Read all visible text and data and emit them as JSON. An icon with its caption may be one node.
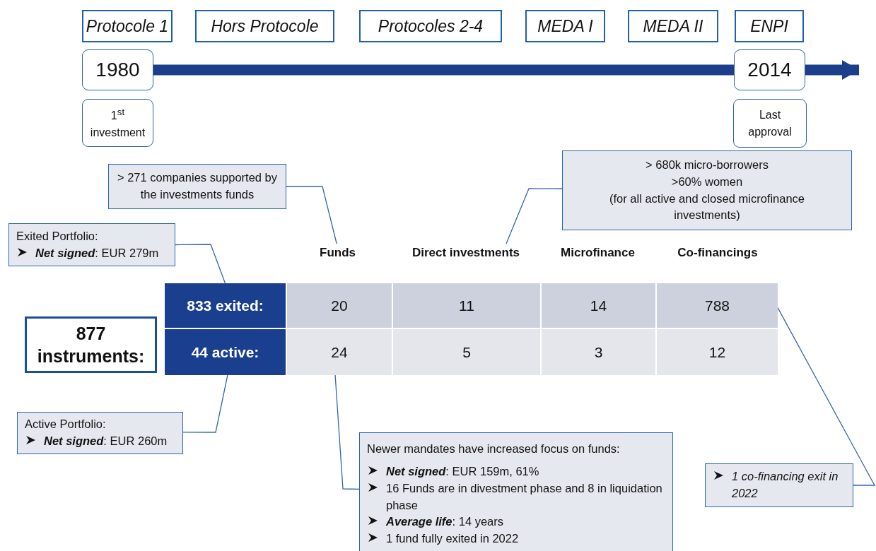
{
  "diagram": {
    "nodes": [
      {
        "text": [
          "Protocole 1"
        ]
      },
      {
        "text": [
          "Hors Protocole"
        ]
      },
      {
        "text": [
          "Protocoles 2-4"
        ]
      },
      {
        "text": [
          "MEDA I"
        ]
      },
      {
        "text": [
          "MEDA II"
        ]
      },
      {
        "text": [
          "ENPI"
        ]
      },
      {
        "text": [
          "1980"
        ]
      },
      {
        "text": [
          "2014"
        ]
      },
      {
        "text": [
          "1$^{st}$ investment"
        ]
      },
      {
        "text": [
          "Last approval"
        ]
      },
      {
        "text": [
          "> 271 companies supported by the investments funds"
        ]
      },
      {
        "text": [
          "> 680k micro-borrowers",
          ">60% women",
          "(for all active and closed microfinance investments)"
        ]
      },
      {
        "text": [
          "Exited Portfolio:",
          "**Net signed**: EUR 279m"
        ]
      },
      {
        "text": [
          "877 instruments:"
        ]
      },
      {
        "text": [
          "833 exited:"
        ]
      },
      {
        "text": [
          "44 active:"
        ]
      },
      {
        "text": [
          "Funds"
        ]
      },
      {
        "text": [
          "Direct investments"
        ]
      },
      {
        "text": [
          "Microfinance"
        ]
      },
      {
        "text": [
          "Co-financings"
        ]
      },
      {
        "text": [
          "20"
        ]
      },
      {
        "text": [
          "11"
        ]
      },
      {
        "text": [
          "14"
        ]
      },
      {
        "text": [
          "788"
        ]
      },
      {
        "text": [
          "24"
        ]
      },
      {
        "text": [
          "5"
        ]
      },
      {
        "text": [
          "3"
        ]
      },
      {
        "text": [
          "12"
        ]
      },
      {
        "text": [
          "Active Portfolio:",
          "**Net signed**: EUR 260m"
        ]
      },
      {
        "text": [
          "Newer mandates have increased focus on funds:",
          "**Net signed**: EUR 159m, 61%",
          "16 Funds are in divestment phase and 8 in liquidation phase",
          "**Average life**: 14 years",
          "1 fund fully exited in 2022"
        ]
      },
      {
        "text": [
          "1 co-financing exit in 2022"
        ]
      }
    ],
    "edges": [
      {
        "from": 6,
        "to": 7,
        "arrow": "none",
        "style": "thick",
        "color": "#1b3f8b"
      },
      {
        "from": 7,
        "to": null,
        "arrow": "to",
        "style": "thick",
        "color": "#1b3f8b"
      },
      {
        "from": 10,
        "to": 16,
        "arrow": "none"
      },
      {
        "from": 11,
        "to": 17,
        "arrow": "none"
      },
      {
        "from": 12,
        "to": 14,
        "arrow": "none"
      },
      {
        "from": 28,
        "to": 15,
        "arrow": "none"
      },
      {
        "from": 29,
        "to": 24,
        "arrow": "none"
      },
      {
        "from": 30,
        "to": 23,
        "arrow": "none"
      }
    ]
  }
}
